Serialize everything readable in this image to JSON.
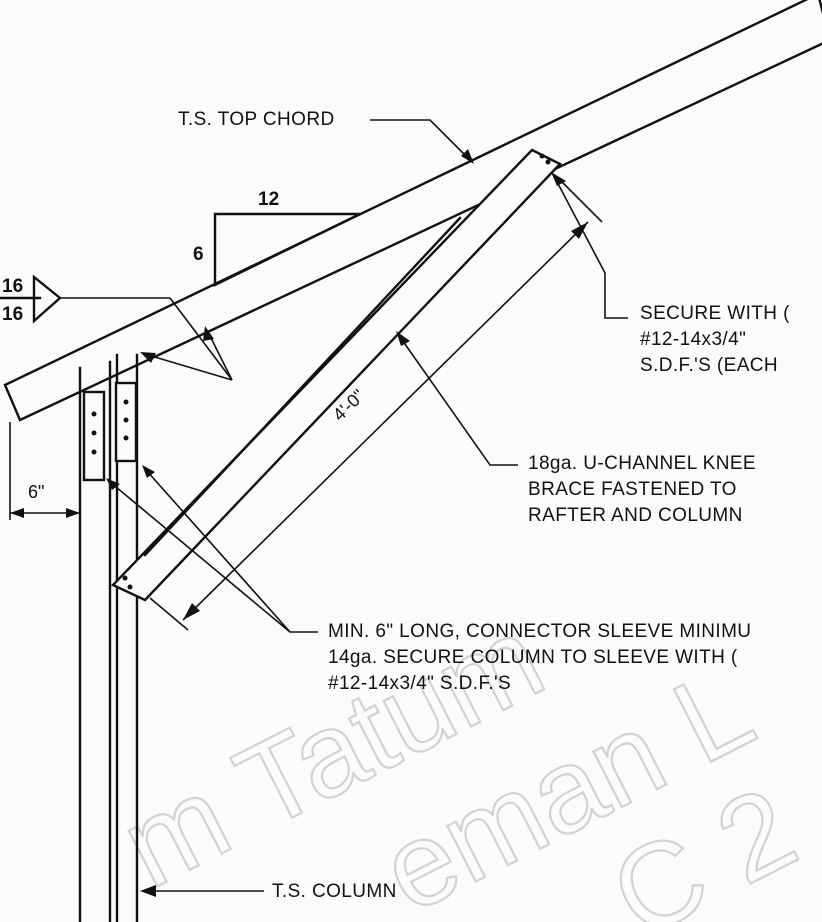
{
  "labels": {
    "top_chord": "T.S. TOP CHORD",
    "pitch_run": "12",
    "pitch_rise": "6",
    "weld_top": "16",
    "weld_bottom": "16",
    "secure_line1": "SECURE WITH (",
    "secure_line2": "#12-14x3/4\"",
    "secure_line3": "S.D.F.'S (EACH",
    "brace_line1": "18ga. U-CHANNEL KNEE",
    "brace_line2": "BRACE FASTENED TO",
    "brace_line3": "RAFTER AND COLUMN",
    "dim_brace": "4'-0\"",
    "dim_offset": "6\"",
    "sleeve_line1": "MIN. 6\" LONG, CONNECTOR SLEEVE MINIMU",
    "sleeve_line2": "14ga. SECURE COLUMN TO SLEEVE WITH (",
    "sleeve_line3": "#12-14x3/4\" S.D.F.'S",
    "column": "T.S. COLUMN"
  },
  "watermark": {
    "word1": "m Tatum",
    "word2": "eman L",
    "word3": "C 2"
  }
}
